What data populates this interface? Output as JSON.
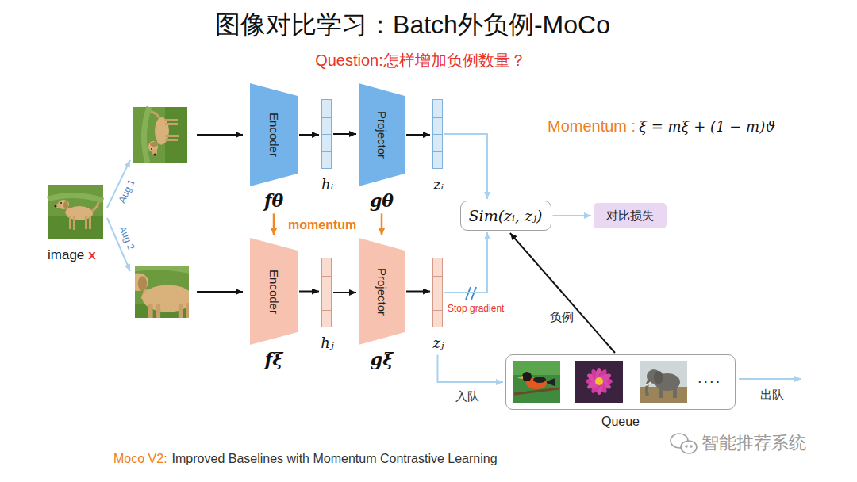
{
  "diagram": {
    "title": "图像对比学习：Batch外负例-MoCo",
    "caption": "Improved Baselines with Momentum Contrastive Learning",
    "nodes": [
      {
        "text": [
          "Encoder",
          "fθ"
        ]
      },
      {
        "text": [
          "hᵢ"
        ]
      },
      {
        "text": [
          "Projector",
          "gθ"
        ]
      },
      {
        "text": [
          "zᵢ"
        ]
      },
      {
        "text": [
          "Encoder",
          "fξ"
        ]
      },
      {
        "text": [
          "hⱼ"
        ]
      },
      {
        "text": [
          "Projector",
          "gξ"
        ]
      },
      {
        "text": [
          "zⱼ"
        ]
      },
      {
        "text": [
          "Sim(zᵢ, zⱼ)"
        ]
      },
      {
        "text": [
          "对比损失"
        ]
      },
      {
        "text": [
          "Queue"
        ]
      }
    ],
    "edges": [
      {
        "from": 0,
        "to": 1,
        "arrow": "to"
      },
      {
        "from": 1,
        "to": 2,
        "arrow": "to"
      },
      {
        "from": 2,
        "to": 3,
        "arrow": "to"
      },
      {
        "from": 4,
        "to": 5,
        "arrow": "to"
      },
      {
        "from": 5,
        "to": 6,
        "arrow": "to"
      },
      {
        "from": 6,
        "to": 7,
        "arrow": "to"
      },
      {
        "from": 0,
        "to": 4,
        "label": "momentum",
        "arrow": "to"
      },
      {
        "from": 2,
        "to": 6,
        "arrow": "to"
      },
      {
        "from": 3,
        "to": 8,
        "arrow": "to"
      },
      {
        "from": 7,
        "to": 8,
        "label": "Stop gradient",
        "arrow": "to"
      },
      {
        "from": 10,
        "to": 8,
        "label": "负例",
        "arrow": "to"
      },
      {
        "from": 8,
        "to": 9,
        "arrow": "to"
      },
      {
        "from": 7,
        "to": 10,
        "label": "入队",
        "arrow": "to"
      }
    ],
    "labels": [
      "Question:怎样增加负例数量？",
      "image",
      "x",
      "Aug 1",
      "Aug 2",
      "Momentum :",
      "ξ = mξ + (1 − m)ϑ",
      "....",
      "出队",
      "Moco V2:",
      "智能推荐系统"
    ]
  }
}
